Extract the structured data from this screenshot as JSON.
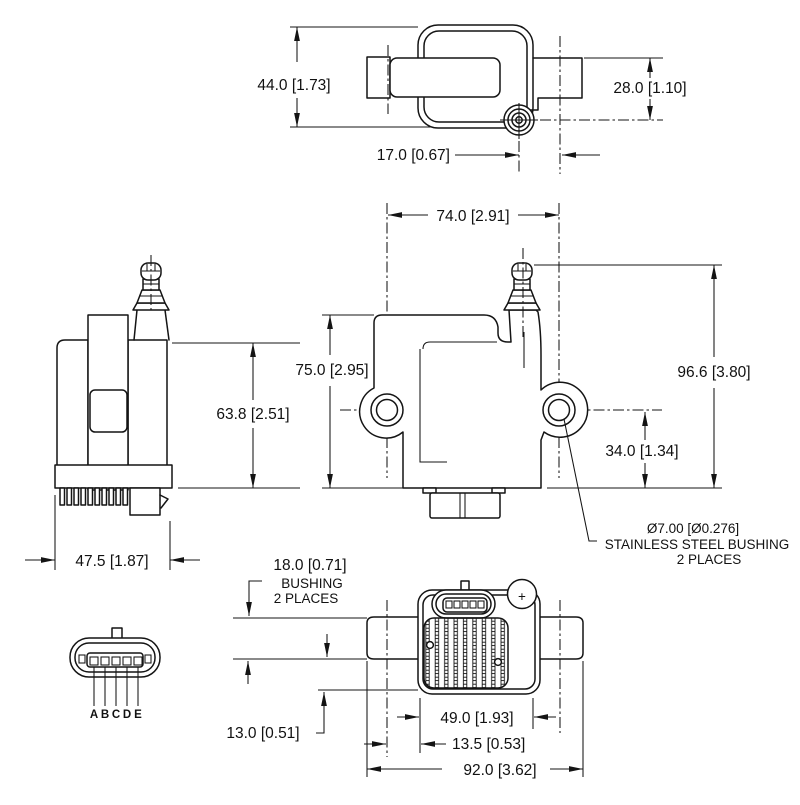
{
  "top_view": {
    "height_dim": "44.0 [1.73]",
    "bracket_height_dim": "28.0 [1.10]",
    "tower_offset_dim": "17.0 [0.67]"
  },
  "front_view": {
    "mount_hole_spacing_dim": "74.0 [2.91]",
    "body_height_dim": "75.0 [2.95]",
    "overall_height_dim": "96.6 [3.80]",
    "hole_to_base_dim": "34.0 [1.34]",
    "bushing_note": {
      "line1": "Ø7.00 [Ø0.276]",
      "line2": "STAINLESS STEEL BUSHING",
      "line3": "2 PLACES"
    }
  },
  "side_view": {
    "body_height_dim": "63.8 [2.51]",
    "depth_dim": "47.5 [1.87]"
  },
  "connector_detail": {
    "pins": [
      "A",
      "B",
      "C",
      "D",
      "E"
    ]
  },
  "bottom_view": {
    "bushing_note": {
      "line1": "18.0 [0.71]",
      "line2": "BUSHING",
      "line3": "2 PLACES"
    },
    "connector_offset_dim": "13.0 [0.51]",
    "fin_area_width_dim": "49.0 [1.93]",
    "hole_to_fin_dim": "13.5 [0.53]",
    "overall_width_dim": "92.0 [3.62]",
    "polarity_mark": "+"
  }
}
